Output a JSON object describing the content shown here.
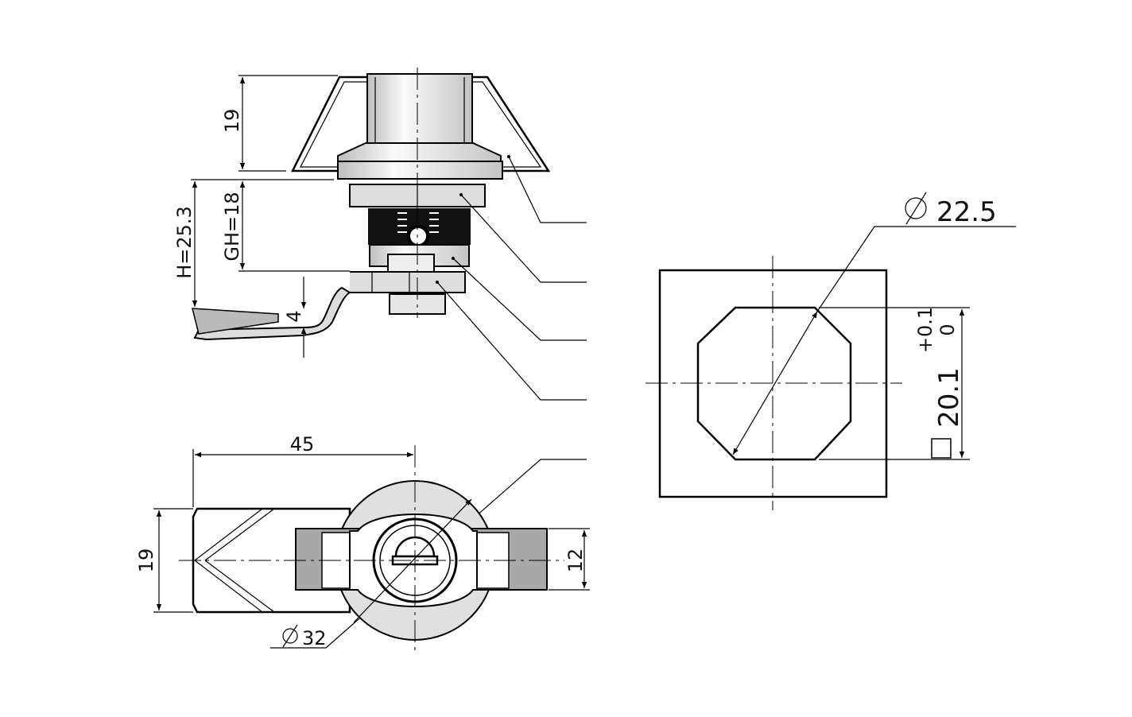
{
  "drawing": {
    "front_view": {
      "dim_height_top": "19",
      "dim_h": "H=25.3",
      "dim_gh": "GH=18",
      "dim_cam_thickness": "4"
    },
    "bottom_view": {
      "dim_length": "45",
      "dim_cam_width": "19",
      "dim_wing_width": "12",
      "dim_diameter": "32"
    },
    "cutout_view": {
      "dim_diameter": "22.5",
      "dim_square": "20.1",
      "tol_upper": "+0.1",
      "tol_lower": "0"
    },
    "colors": {
      "line": "#000000",
      "shade_light": "#e0e0e0",
      "shade_dark": "#a8a8a8"
    }
  }
}
